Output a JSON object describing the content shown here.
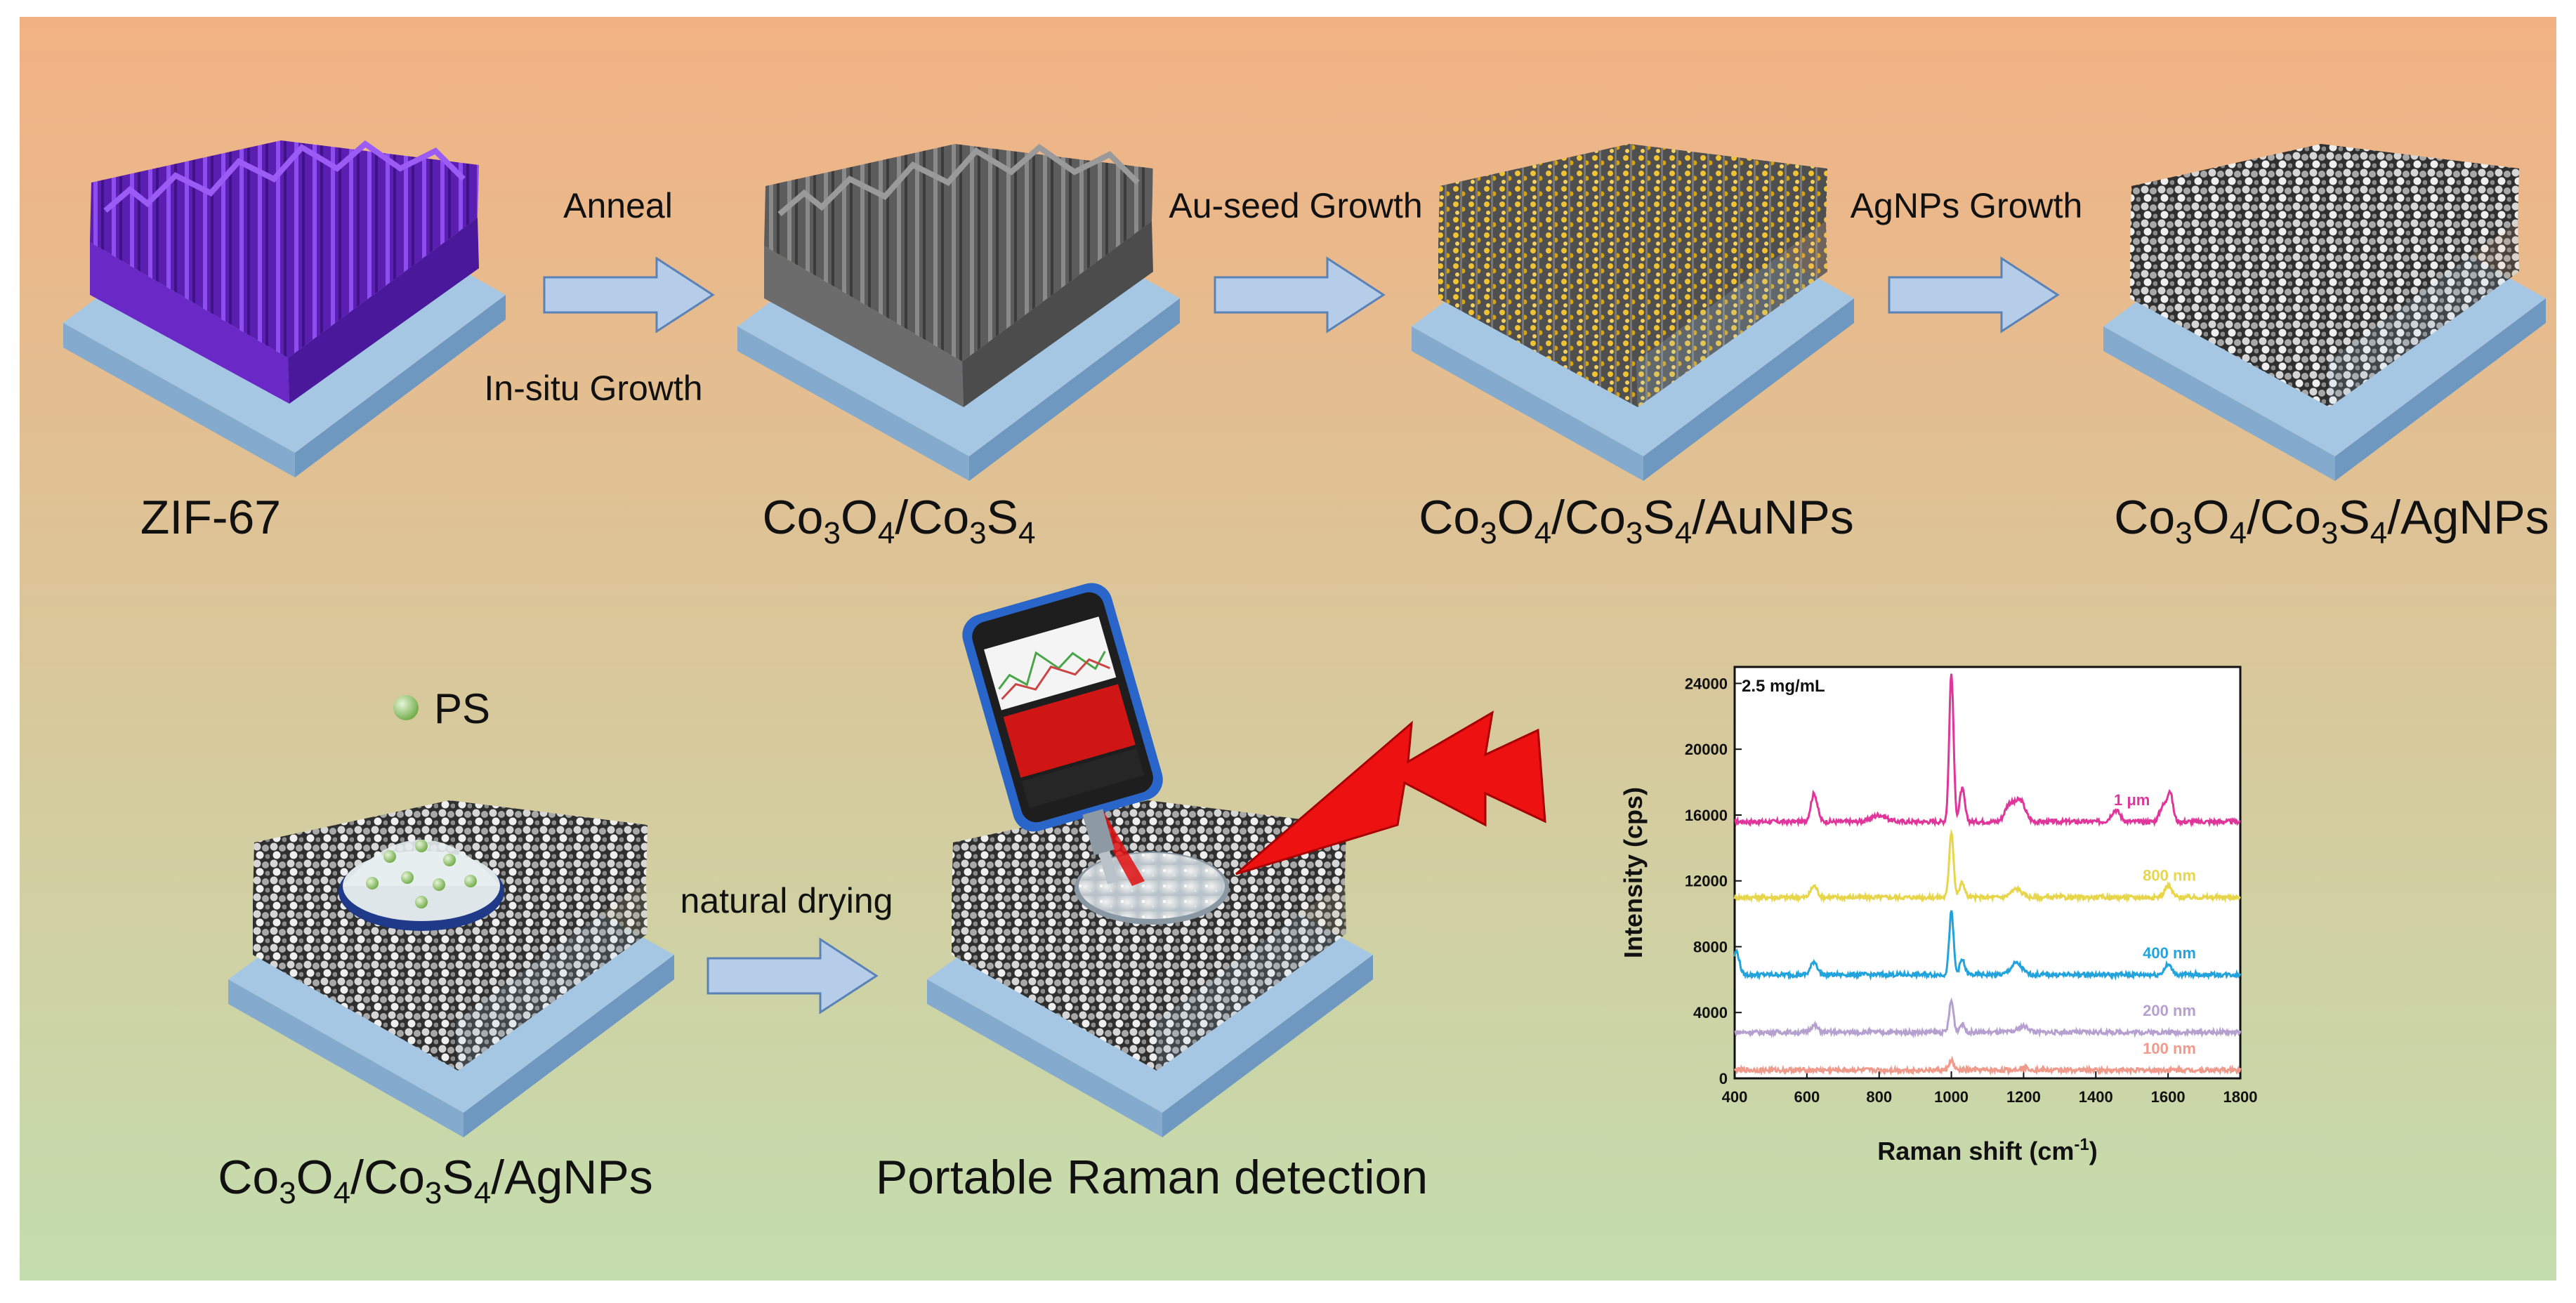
{
  "colors": {
    "bg_top": "#f2b183",
    "bg_bottom": "#c4ddae",
    "substrate_top": "#a6c7e3",
    "substrate_side": "#84aacd",
    "zif_purple": "#6a28c7",
    "oxide_gray": "#6c6c6c",
    "gold": "#e4b21c",
    "silver": "#cfcfcf",
    "arrow_fill": "#b5cde8",
    "laser_red": "#e01010",
    "ps_green": "#a9d38a",
    "chart_pink": "#e0359a",
    "chart_yellow": "#e8d64a",
    "chart_blue": "#22a3dc",
    "chart_purple": "#b6a0d0",
    "chart_salmon": "#f09a8c"
  },
  "arrows": {
    "anneal": "Anneal",
    "in_situ": "In-situ Growth",
    "au_seed": "Au-seed Growth",
    "agnps": "AgNPs Growth",
    "drying": "natural drying"
  },
  "samples": {
    "zif": "ZIF-67",
    "oxide": {
      "p1": "Co",
      "s1": "3",
      "p2": "O",
      "s2": "4",
      "p3": "/Co",
      "s3": "3",
      "p4": "S",
      "s4": "4",
      "tail": ""
    },
    "au": {
      "p1": "Co",
      "s1": "3",
      "p2": "O",
      "s2": "4",
      "p3": "/Co",
      "s3": "3",
      "p4": "S",
      "s4": "4",
      "tail": "/AuNPs"
    },
    "ag": {
      "p1": "Co",
      "s1": "3",
      "p2": "O",
      "s2": "4",
      "p3": "/Co",
      "s3": "3",
      "p4": "S",
      "s4": "4",
      "tail": "/AgNPs"
    },
    "ag2": {
      "p1": "Co",
      "s1": "3",
      "p2": "O",
      "s2": "4",
      "p3": "/Co",
      "s3": "3",
      "p4": "S",
      "s4": "4",
      "tail": "/AgNPs"
    }
  },
  "legend": {
    "ps": "PS"
  },
  "detection": {
    "title": "Portable Raman detection"
  },
  "icons": [
    "phone-icon",
    "lightning-icon",
    "laser-beam-icon",
    "ps-bead-icon"
  ],
  "chart_data": {
    "type": "line",
    "annotation": "2.5 mg/mL",
    "xlabel_main": "Raman shift (cm",
    "xlabel_sup": "-1",
    "xlabel_end": ")",
    "ylabel": "Intensity (cps)",
    "xlim": [
      400,
      1800
    ],
    "ylim": [
      0,
      25000
    ],
    "xticks": [
      400,
      600,
      800,
      1000,
      1200,
      1400,
      1600,
      1800
    ],
    "yticks": [
      0,
      4000,
      8000,
      12000,
      16000,
      20000,
      24000
    ],
    "grid": false,
    "series": [
      {
        "name": "1 μm",
        "color": "#e0359a",
        "baseline": 15600,
        "label_x": 1450,
        "peaks": [
          [
            620,
            1700,
            9
          ],
          [
            800,
            400,
            20
          ],
          [
            1000,
            9000,
            6
          ],
          [
            1030,
            2000,
            7
          ],
          [
            1160,
            1000,
            12
          ],
          [
            1190,
            1300,
            14
          ],
          [
            1455,
            700,
            12
          ],
          [
            1585,
            900,
            9
          ],
          [
            1605,
            1800,
            8
          ]
        ]
      },
      {
        "name": "800 nm",
        "color": "#e8d64a",
        "baseline": 11000,
        "label_x": 1530,
        "peaks": [
          [
            620,
            700,
            9
          ],
          [
            1000,
            4000,
            6
          ],
          [
            1030,
            900,
            7
          ],
          [
            1180,
            500,
            15
          ],
          [
            1600,
            700,
            10
          ]
        ]
      },
      {
        "name": "400 nm",
        "color": "#22a3dc",
        "baseline": 6300,
        "label_x": 1530,
        "peaks": [
          [
            405,
            1400,
            8
          ],
          [
            620,
            800,
            9
          ],
          [
            1000,
            3800,
            6
          ],
          [
            1030,
            900,
            7
          ],
          [
            1180,
            700,
            15
          ],
          [
            1600,
            600,
            10
          ]
        ]
      },
      {
        "name": "200 nm",
        "color": "#b6a0d0",
        "baseline": 2800,
        "label_x": 1530,
        "peaks": [
          [
            620,
            400,
            10
          ],
          [
            1000,
            1900,
            6
          ],
          [
            1030,
            500,
            7
          ],
          [
            1200,
            350,
            15
          ]
        ]
      },
      {
        "name": "100 nm",
        "color": "#f09a8c",
        "baseline": 500,
        "label_x": 1530,
        "peaks": [
          [
            1000,
            600,
            6
          ],
          [
            1200,
            150,
            15
          ]
        ]
      }
    ]
  }
}
